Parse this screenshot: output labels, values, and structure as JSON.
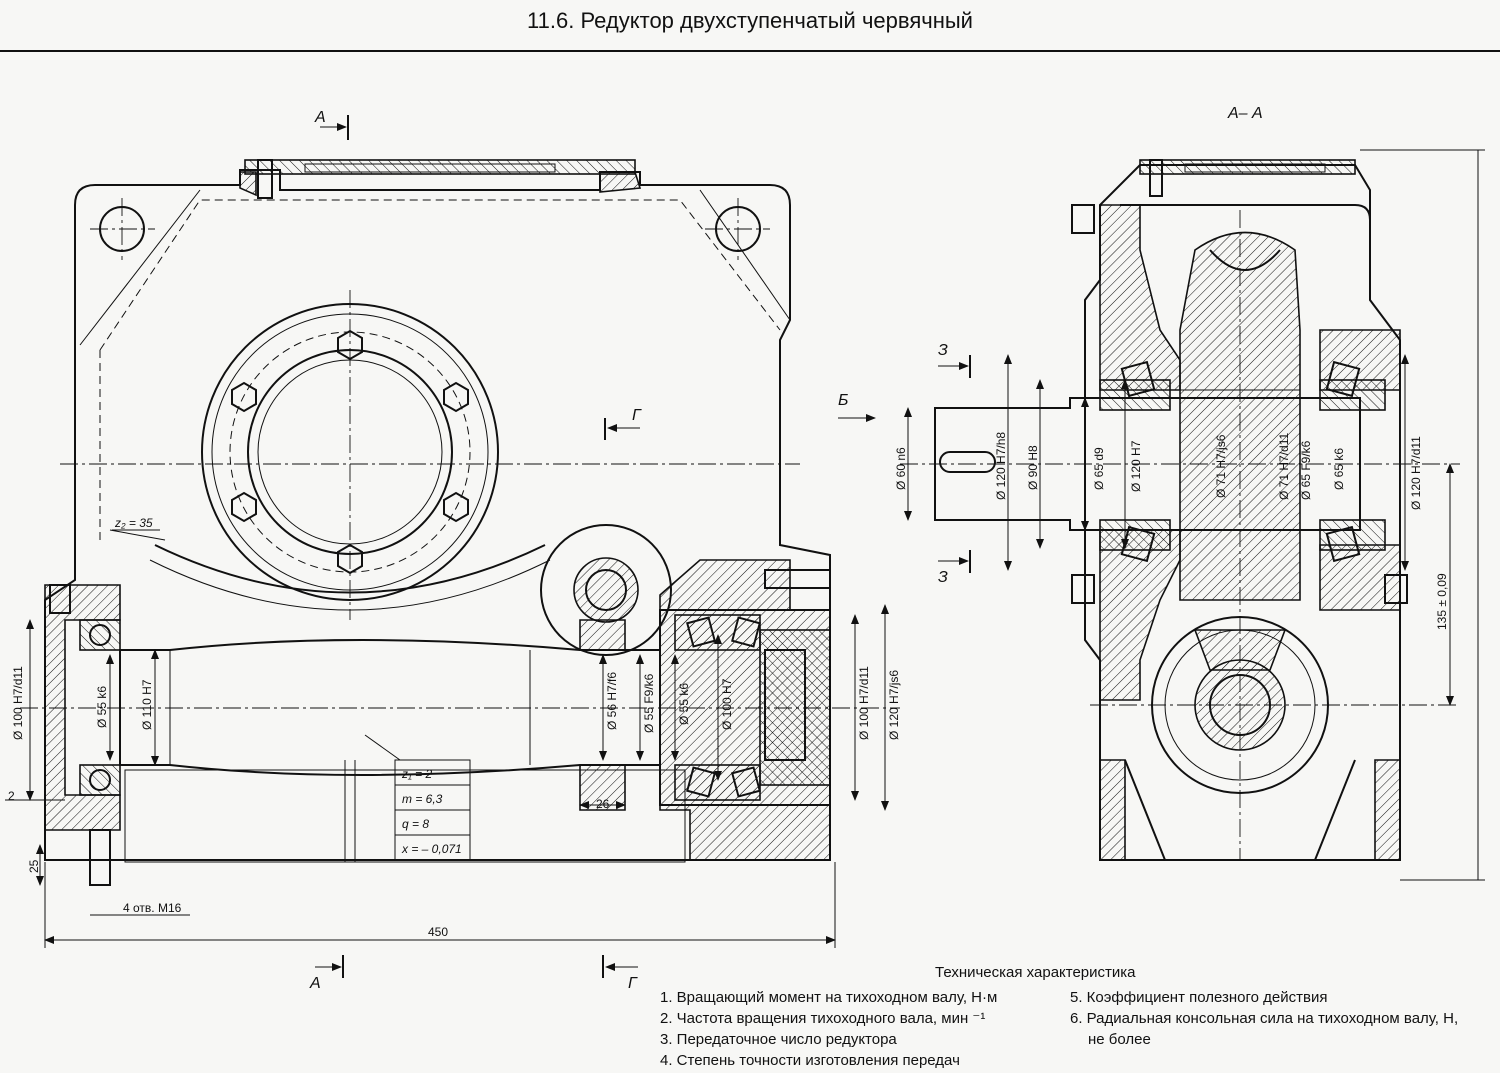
{
  "title": "11.6. Редуктор двухступенчатый червячный",
  "section_labels": {
    "section_aa": "А– А",
    "cut_a": "А",
    "cut_g": "Г",
    "cut_b": "Б",
    "cut_3": "З"
  },
  "front_view": {
    "z2": "z₂ = 35",
    "worm_table": [
      "z₁ = 2",
      "m = 6,3",
      "q = 8",
      "x = – 0,071"
    ],
    "dims": {
      "d100_left": "Ø 100 H7/d11",
      "d55k6_left": "Ø 55 k6",
      "d110": "Ø 110 H7",
      "d56": "Ø 56 H7/f6",
      "d55f9": "Ø 55 F9/k6",
      "d55k6_right": "Ø 55 k6",
      "d100h7": "Ø 100 H7",
      "d100_right": "Ø 100 H7/d11",
      "d120js6": "Ø 120 H7/js6",
      "w26": "26",
      "h2": "2",
      "h25": "25",
      "holes": "4 отв. М16",
      "length": "450"
    }
  },
  "side_view": {
    "dims": {
      "d60": "Ø 60 n6",
      "d120h8": "Ø 120 H7/h8",
      "d90": "Ø 90 H8",
      "d65d9": "Ø 65 d9",
      "d120h7": "Ø 120 H7",
      "d71js6": "Ø 71 H7/js6",
      "d71d11": "Ø 71 H7/d11",
      "d65f9": "Ø 65 F9/k6",
      "d65k6": "Ø 65 k6",
      "d120d11": "Ø 120 H7/d11",
      "h135": "135 ± 0,09"
    }
  },
  "specs": {
    "heading": "Техническая характеристика",
    "items_left": [
      "1. Вращающий момент на тихоходном валу, Н·м",
      "2. Частота вращения тихоходного вала, мин ⁻¹",
      "3. Передаточное число редуктора",
      "4. Степень точности изготовления передач"
    ],
    "items_right": [
      "5. Коэффициент полезного действия",
      "6. Радиальная консольная сила на тихоходном валу, Н,"
    ],
    "item6_cont": "не более"
  }
}
